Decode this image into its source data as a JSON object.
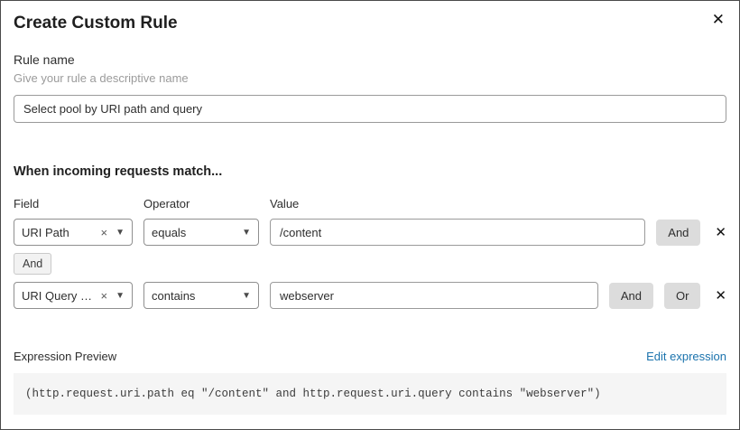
{
  "dialog": {
    "title": "Create Custom Rule",
    "close_glyph": "✕"
  },
  "rule_name": {
    "label": "Rule name",
    "hint": "Give your rule a descriptive name",
    "value": "Select pool by URI path and query"
  },
  "match": {
    "heading": "When incoming requests match...",
    "columns": {
      "field": "Field",
      "operator": "Operator",
      "value": "Value"
    },
    "connector_label": "And",
    "rows": [
      {
        "field": "URI Path",
        "operator": "equals",
        "value": "/content",
        "and_label": "And",
        "clear_glyph": "×",
        "caret_glyph": "▼",
        "remove_glyph": "✕"
      },
      {
        "field": "URI Query St...",
        "operator": "contains",
        "value": "webserver",
        "and_label": "And",
        "or_label": "Or",
        "clear_glyph": "×",
        "caret_glyph": "▼",
        "remove_glyph": "✕"
      }
    ]
  },
  "expression": {
    "label": "Expression Preview",
    "edit_link": "Edit expression",
    "code": "(http.request.uri.path eq \"/content\" and http.request.uri.query contains \"webserver\")"
  },
  "colors": {
    "link": "#1b73ad",
    "button_bg": "#dcdcdc",
    "code_bg": "#f5f5f5",
    "border": "#8f8f8f"
  }
}
